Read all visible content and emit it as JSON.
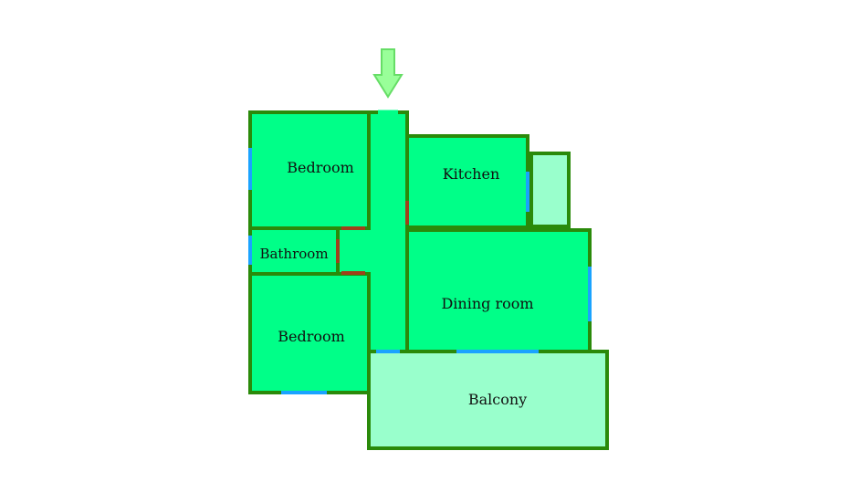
{
  "rooms": {
    "bedroom_top": "Bedroom",
    "bathroom": "Bathroom",
    "bedroom_bottom": "Bedroom",
    "kitchen": "Kitchen",
    "dining_room": "Dining room",
    "balcony": "Balcony"
  },
  "icons": {
    "entrance": "entrance-arrow-icon"
  },
  "colors": {
    "room_fill": "#00ff88",
    "balcony_fill": "#99ffcc",
    "wall": "#2a8a0a",
    "window": "#1aa3ff",
    "door": "#a0401a",
    "arrow_fill": "#99ff99",
    "arrow_stroke": "#66dd66"
  }
}
